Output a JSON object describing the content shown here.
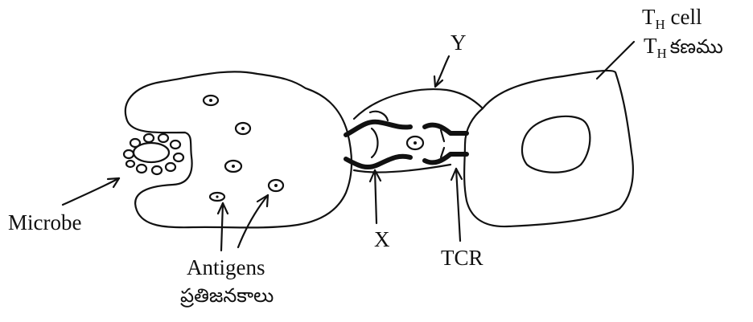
{
  "labels": {
    "th_cell_en": "cell",
    "th_cell_te": "కణము",
    "th_T": "T",
    "th_H": "H",
    "y": "Y",
    "x": "X",
    "tcr": "TCR",
    "microbe": "Microbe",
    "antigens_en": "Antigens",
    "antigens_te": "ప్రతిజనకాలు"
  },
  "colors": {
    "ink": "#111111",
    "background": "#ffffff"
  }
}
